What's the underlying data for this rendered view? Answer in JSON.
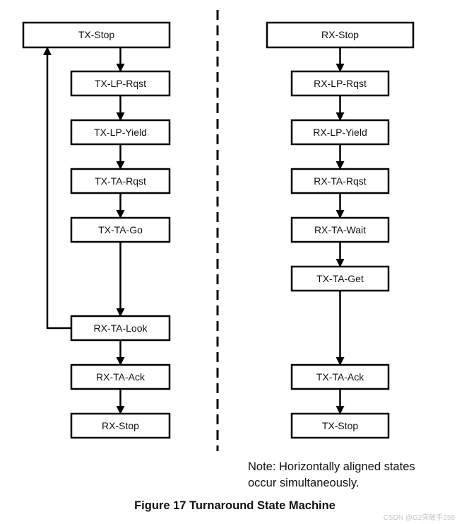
{
  "diagram": {
    "left_states": [
      "TX-Stop",
      "TX-LP-Rqst",
      "TX-LP-Yield",
      "TX-TA-Rqst",
      "TX-TA-Go",
      "RX-TA-Look",
      "RX-TA-Ack",
      "RX-Stop"
    ],
    "right_states": [
      "RX-Stop",
      "RX-LP-Rqst",
      "RX-LP-Yield",
      "RX-TA-Rqst",
      "RX-TA-Wait",
      "TX-TA-Get",
      "TX-TA-Ack",
      "TX-Stop"
    ],
    "feedback_edge": {
      "from": "RX-TA-Look",
      "to": "TX-Stop"
    }
  },
  "note": {
    "line1": "Note: Horizontally aligned states",
    "line2": "occur simultaneously."
  },
  "caption": "Figure 17 Turnaround State Machine",
  "watermark": "CSDN @G2突破手259"
}
